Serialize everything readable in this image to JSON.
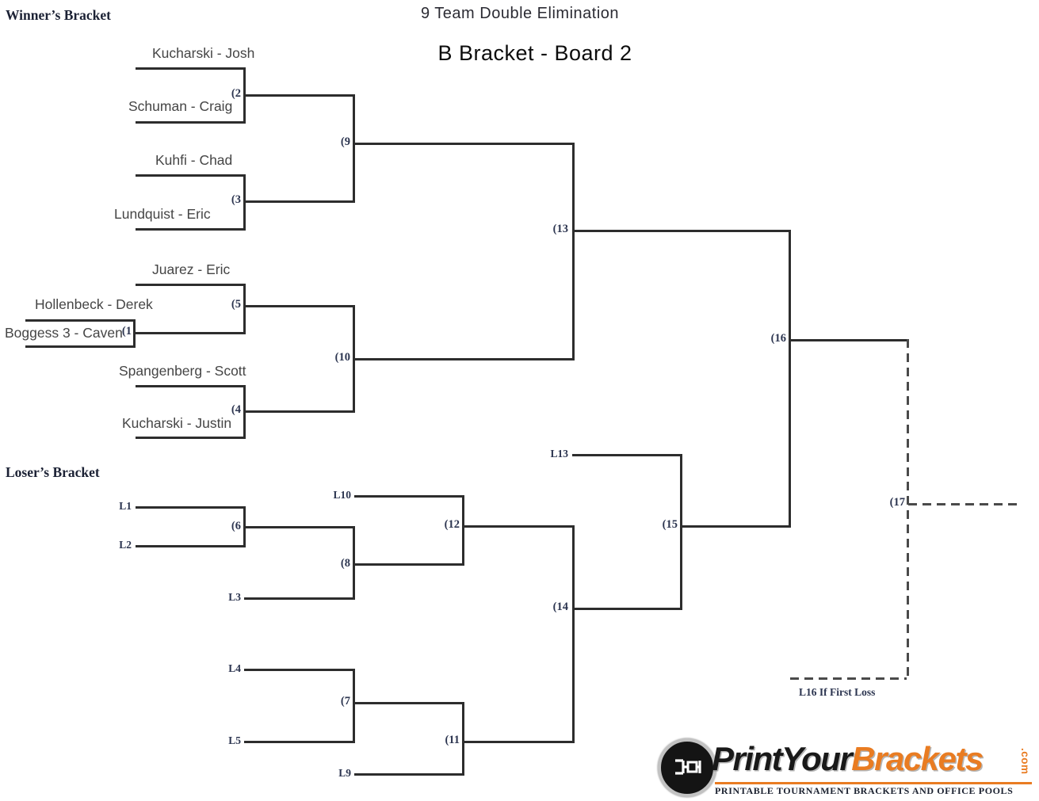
{
  "header": {
    "title": "9 Team Double Elimination",
    "subtitle": "B Bracket - Board 2",
    "winners_bracket_label": "Winner’s Bracket",
    "losers_bracket_label": "Loser’s Bracket"
  },
  "teams": {
    "kucharski_josh": "Kucharski - Josh",
    "schuman_craig": "Schuman - Craig",
    "kuhfi_chad": "Kuhfi - Chad",
    "lundquist_eric": "Lundquist - Eric",
    "juarez_eric": "Juarez - Eric",
    "hollenbeck_derek": "Hollenbeck - Derek",
    "boggess_caven": "Boggess 3 - Caven",
    "spangenberg_scott": "Spangenberg - Scott",
    "kucharski_justin": "Kucharski - Justin"
  },
  "matches": {
    "m1": "(1",
    "m2": "(2",
    "m3": "(3",
    "m4": "(4",
    "m5": "(5",
    "m6": "(6",
    "m7": "(7",
    "m8": "(8",
    "m9": "(9",
    "m10": "(10",
    "m11": "(11",
    "m12": "(12",
    "m13": "(13",
    "m14": "(14",
    "m15": "(15",
    "m16": "(16",
    "m17": "(17"
  },
  "loser_slots": {
    "l1": "L1",
    "l2": "L2",
    "l3": "L3",
    "l4": "L4",
    "l5": "L5",
    "l9": "L9",
    "l10": "L10",
    "l13": "L13"
  },
  "annotations": {
    "l16_note": "L16 If First Loss"
  },
  "logo": {
    "word_black": "PrintYour",
    "word_orange": "Brackets",
    "domain": ".com",
    "tagline": "PRINTABLE TOURNAMENT BRACKETS AND OFFICE POOLS"
  },
  "colors": {
    "bracket_line": "#2d2d2d",
    "label_navy": "#2c3550",
    "team_gray": "#454545",
    "logo_orange": "#e97c22",
    "logo_black": "#191919"
  }
}
